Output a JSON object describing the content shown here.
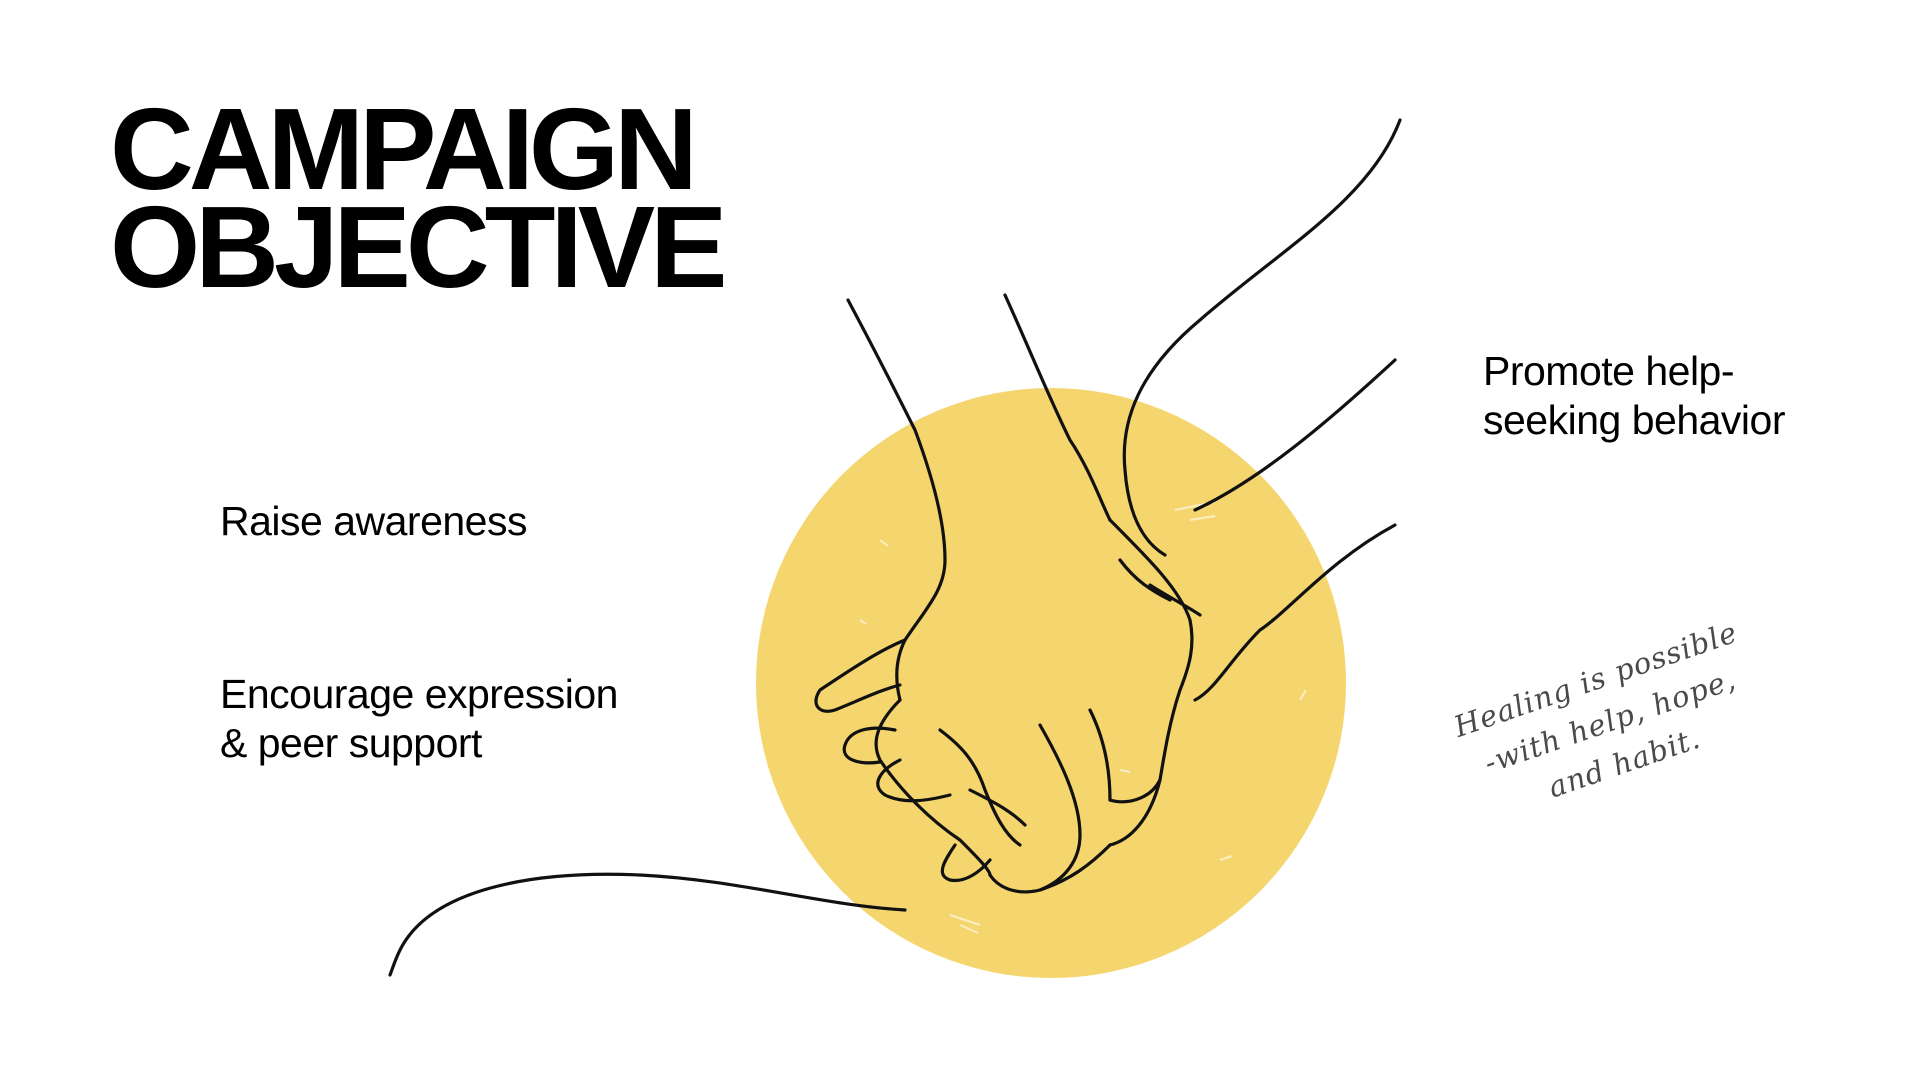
{
  "title": {
    "line1": "CAMPAIGN",
    "line2": "OBJECTIVE"
  },
  "objectives": {
    "raise": "Raise awareness",
    "encourage_line1": "Encourage expression",
    "encourage_line2": "& peer support",
    "promote_line1": "Promote help-",
    "promote_line2": "seeking behavior"
  },
  "quote": {
    "line1": "Healing is possible",
    "line2": "-with help, hope,",
    "line3": "and habit."
  },
  "colors": {
    "background": "#ffffff",
    "accent_circle": "#f5d56e",
    "ink": "#000000"
  },
  "illustration": "holding-hands-line-drawing"
}
